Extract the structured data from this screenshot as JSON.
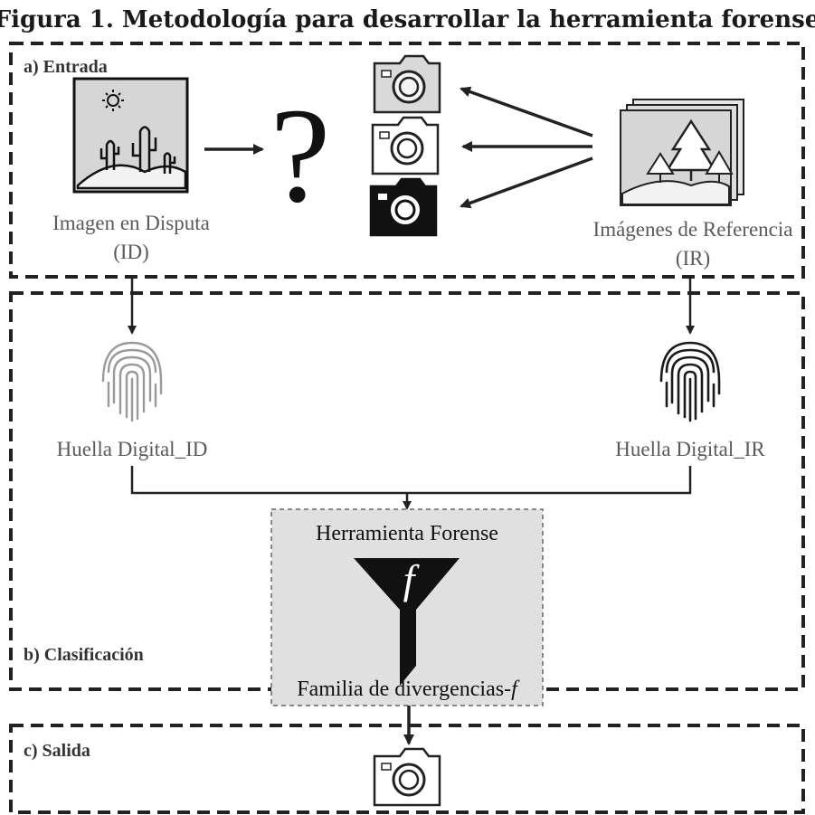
{
  "title": "Figura 1. Metodología para desarrollar la herramienta forense",
  "sections": {
    "input": {
      "label": "a) Entrada",
      "disputed_image_caption_line1": "Imagen en Disputa",
      "disputed_image_caption_line2": "(ID)",
      "question_mark": "?",
      "reference_images_caption_line1": "Imágenes de Referencia",
      "reference_images_caption_line2": "(IR)"
    },
    "classification": {
      "label": "b) Clasificación",
      "fingerprint_left_caption": "Huella Digital_ID",
      "fingerprint_right_caption": "Huella Digital_IR",
      "tool_title": "Herramienta Forense",
      "funnel_symbol": "f",
      "tool_caption_prefix": "Familia de divergencias-",
      "tool_caption_symbol": "f"
    },
    "output": {
      "label": "c) Salida"
    }
  },
  "icons": [
    "desert-image-icon",
    "camera-icon",
    "forest-images-stack-icon",
    "fingerprint-icon",
    "funnel-icon"
  ],
  "colors": {
    "camera_light": "#d9d9d9",
    "camera_white": "#ffffff",
    "camera_dark": "#111111",
    "tool_box_fill": "#e0e0e0",
    "fingerprint_left": "#9a9a9a",
    "fingerprint_right": "#1a1a1a"
  }
}
